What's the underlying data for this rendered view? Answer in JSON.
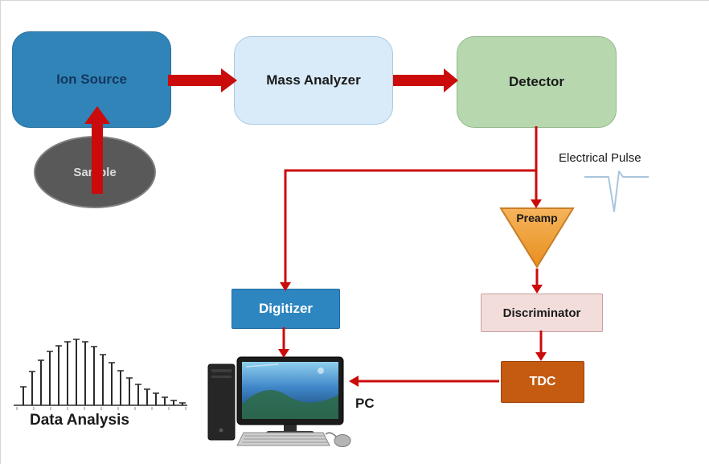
{
  "diagram": {
    "nodes": {
      "ion_source": {
        "label": "Ion Source",
        "fill": "#3084b8",
        "text_color": "#15375f"
      },
      "mass_analyzer": {
        "label": "Mass Analyzer",
        "fill": "#d9ebf8",
        "text_color": "#1a1a1a"
      },
      "detector": {
        "label": "Detector",
        "fill": "#b7d7af",
        "text_color": "#1a1a1a"
      },
      "sample": {
        "label": "Sample",
        "fill": "#595959",
        "text_color": "#dcdcdc"
      },
      "preamp": {
        "label": "Preamp",
        "fill": "#f3a03c",
        "text_color": "#1a1a1a"
      },
      "digitizer": {
        "label": "Digitizer",
        "fill": "#2e86c1",
        "text_color": "#ffffff"
      },
      "discriminator": {
        "label": "Discriminator",
        "fill": "#f2dddb",
        "text_color": "#1a1a1a"
      },
      "tdc": {
        "label": "TDC",
        "fill": "#c55a11",
        "text_color": "#ffffff"
      },
      "pc": {
        "label": "PC",
        "text_color": "#1a1a1a"
      }
    },
    "annotations": {
      "electrical_pulse": {
        "label": "Electrical Pulse"
      },
      "data_analysis": {
        "label": "Data Analysis"
      }
    },
    "arrow_color": "#cb0b0b",
    "connections": [
      {
        "from": "Sample",
        "to": "Ion Source"
      },
      {
        "from": "Ion Source",
        "to": "Mass Analyzer"
      },
      {
        "from": "Mass Analyzer",
        "to": "Detector"
      },
      {
        "from": "Detector",
        "to": "Preamp",
        "via": "Electrical Pulse"
      },
      {
        "from": "Detector",
        "to": "Digitizer",
        "via": "Electrical Pulse"
      },
      {
        "from": "Preamp",
        "to": "Discriminator"
      },
      {
        "from": "Discriminator",
        "to": "TDC"
      },
      {
        "from": "TDC",
        "to": "PC"
      },
      {
        "from": "Digitizer",
        "to": "PC"
      }
    ]
  }
}
